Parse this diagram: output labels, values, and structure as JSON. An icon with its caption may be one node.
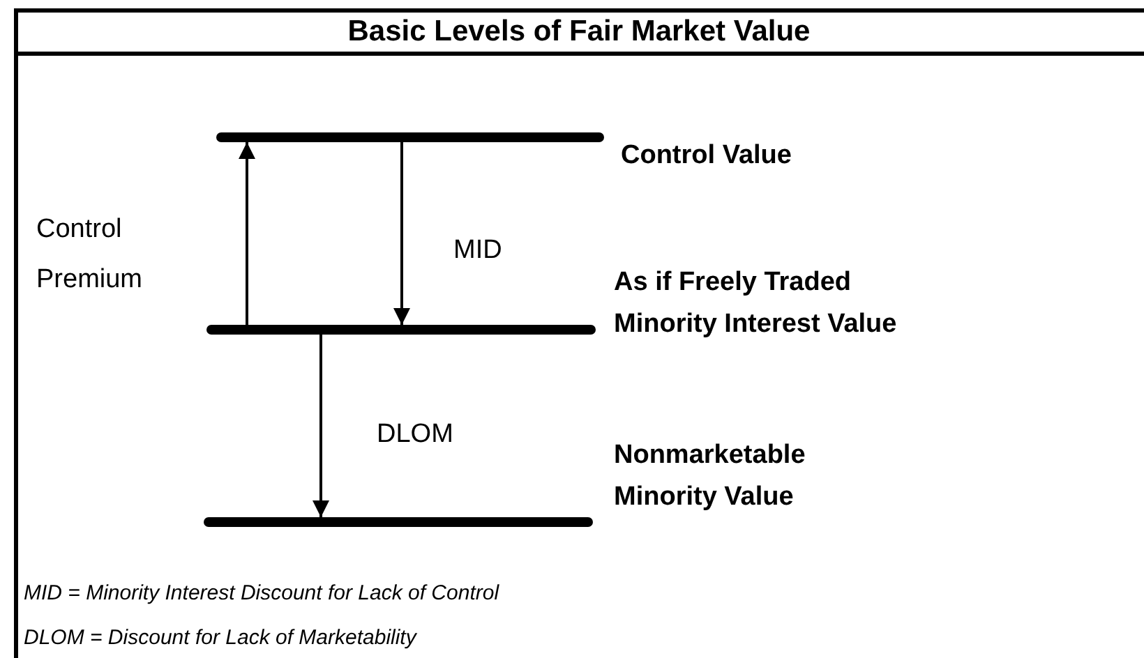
{
  "diagram": {
    "title": "Basic Levels of Fair Market Value",
    "nodes": [
      {
        "text": [],
        "shape": "bar",
        "beside": [
          "Control Value"
        ]
      },
      {
        "text": [],
        "shape": "bar",
        "beside": [
          "As if Freely Traded Minority Interest Value"
        ]
      },
      {
        "text": [],
        "shape": "bar",
        "beside": [
          "Nonmarketable Minority Value"
        ]
      }
    ],
    "edges": [
      {
        "from": 1,
        "to": 0,
        "arrow": "to",
        "label": "Control Premium"
      },
      {
        "from": 0,
        "to": 1,
        "arrow": "to",
        "label": "MID"
      },
      {
        "from": 1,
        "to": 2,
        "arrow": "to",
        "label": "DLOM"
      }
    ],
    "labels": [
      "MID = Minority Interest Discount for Lack of Control",
      "DLOM = Discount for Lack of Marketability"
    ]
  }
}
